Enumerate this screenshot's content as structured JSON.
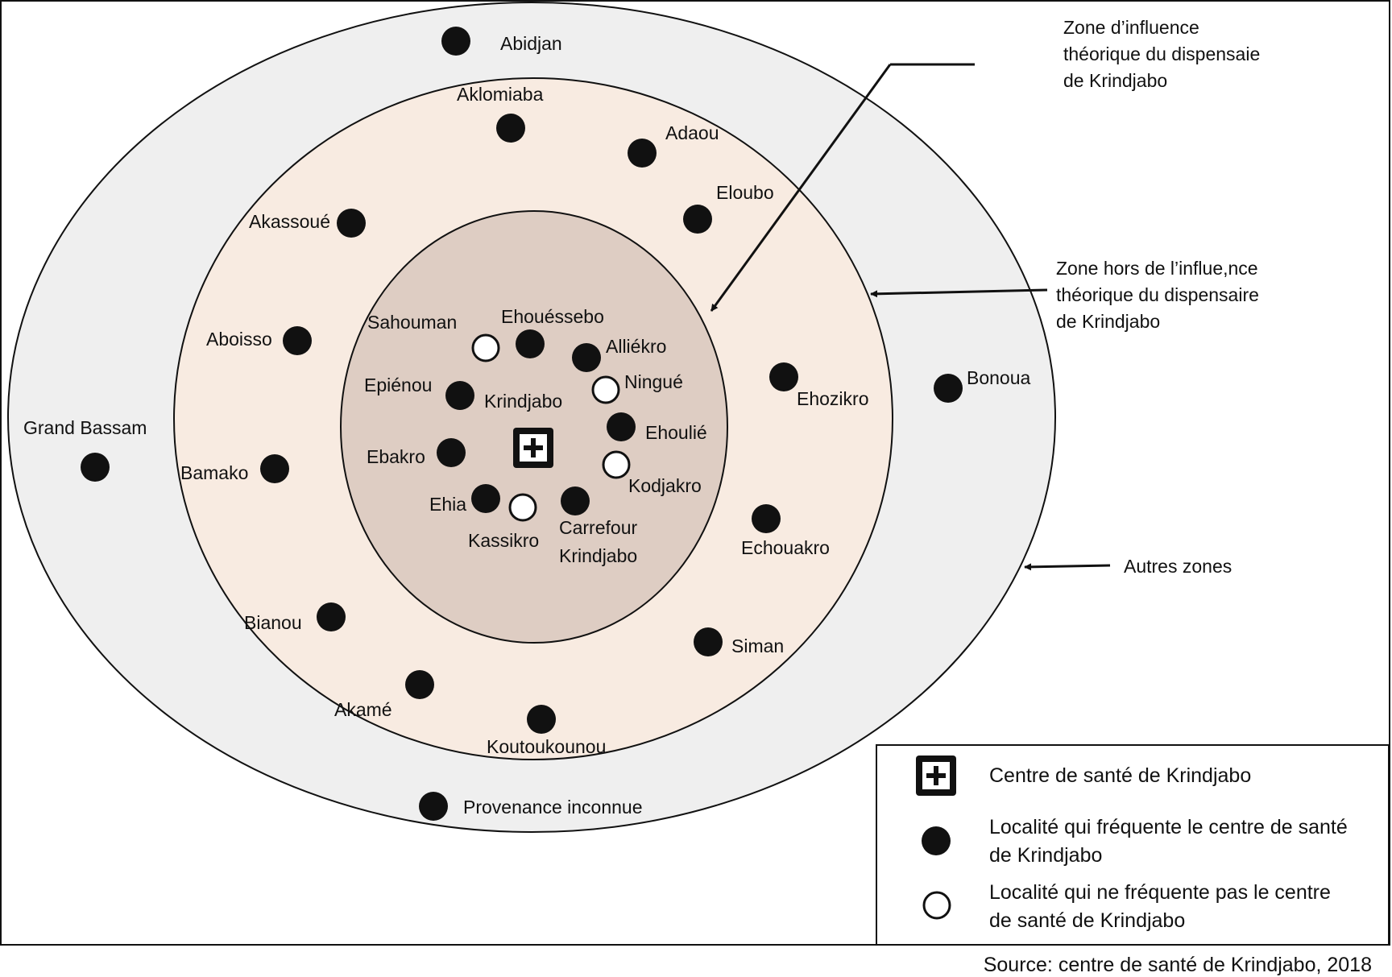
{
  "zones": {
    "outer_label": [
      "Autres zones"
    ],
    "middle_label": [
      "Zone hors de l’influe,nce",
      "théorique du dispensaire",
      "de Krindjabo"
    ],
    "inner_label": [
      "Zone d’influence",
      "théorique du dispensaie",
      "de Krindjabo"
    ]
  },
  "health_center": {
    "symbol": "plus-cross-icon"
  },
  "localities": {
    "abidjan": "Abidjan",
    "aklomiaba": "Aklomiaba",
    "adaou": "Adaou",
    "eloubo": "Eloubo",
    "akassoue": "Akassoué",
    "aboisso": "Aboisso",
    "grand_bassam": "Grand Bassam",
    "bamako": "Bamako",
    "bianou": "Bianou",
    "akame": "Akamé",
    "koutoukounou": "Koutoukounou",
    "provenance": "Provenance inconnue",
    "siman": "Siman",
    "echouakro": "Echouakro",
    "ehozikro": "Ehozikro",
    "bonoua": "Bonoua",
    "sahouman": "Sahouman",
    "ehouessebo": "Ehouéssebo",
    "alliekro": "Alliékro",
    "ningue": "Ningué",
    "epienou": "Epiénou",
    "krindjabo": "Krindjabo",
    "ehoulie": "Ehoulié",
    "ebakro": "Ebakro",
    "kodjakro": "Kodjakro",
    "ehia": "Ehia",
    "kassikro": "Kassikro",
    "carrefour": [
      "Carrefour",
      "Krindjabo"
    ]
  },
  "legend": {
    "center": "Centre de santé de Krindjabo",
    "visits": [
      "Localité qui fréquente le centre de santé",
      "de Krindjabo"
    ],
    "not_visits": [
      "Localité qui ne fréquente pas le centre",
      "de santé de Krindjabo"
    ]
  },
  "source": "Source: centre de santé de Krindjabo, 2018",
  "colors": {
    "outer_fill": "#efefef",
    "middle_fill": "#f8ebe1",
    "inner_fill": "#decdc3",
    "stroke": "#111111"
  }
}
